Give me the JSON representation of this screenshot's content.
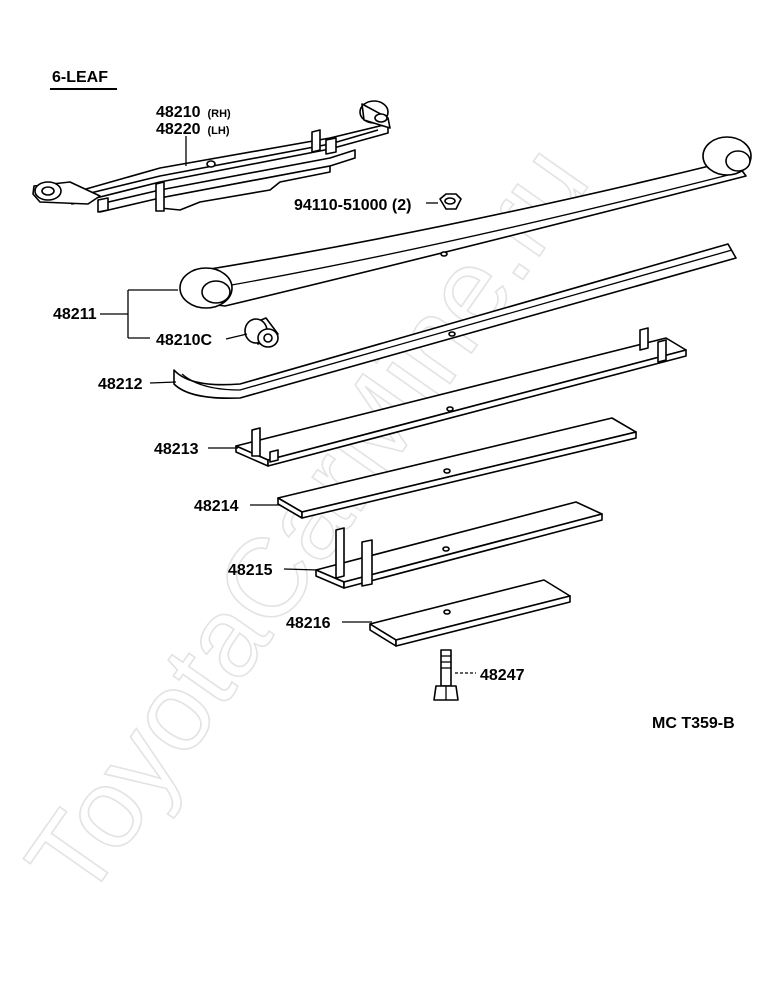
{
  "heading": "6-LEAF",
  "watermark": "ToyotaCarMine.ru",
  "diagram_code": "MC  T359-B",
  "callouts": {
    "assembly_rh": {
      "number": "48210",
      "side": "(RH)"
    },
    "assembly_lh": {
      "number": "48220",
      "side": "(LH)"
    },
    "nut": "94110-51000 (2)",
    "leaf_no1": "48211",
    "bushing": "48210C",
    "leaf_no2": "48212",
    "leaf_no3": "48213",
    "leaf_no4": "48214",
    "leaf_no5": "48215",
    "leaf_no6": "48216",
    "center_bolt": "48247"
  }
}
